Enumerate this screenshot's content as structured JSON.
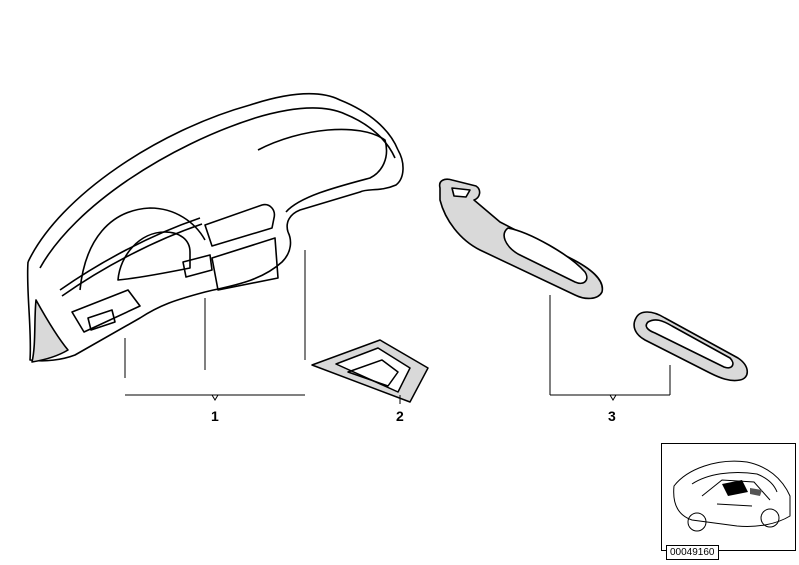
{
  "callouts": {
    "dashboard": "1",
    "shifter_trim": "2",
    "door_trim": "3"
  },
  "diagram_id": "00049160",
  "colors": {
    "line": "#000000",
    "fill_light": "#ffffff",
    "fill_shade": "#d9d9d9"
  }
}
